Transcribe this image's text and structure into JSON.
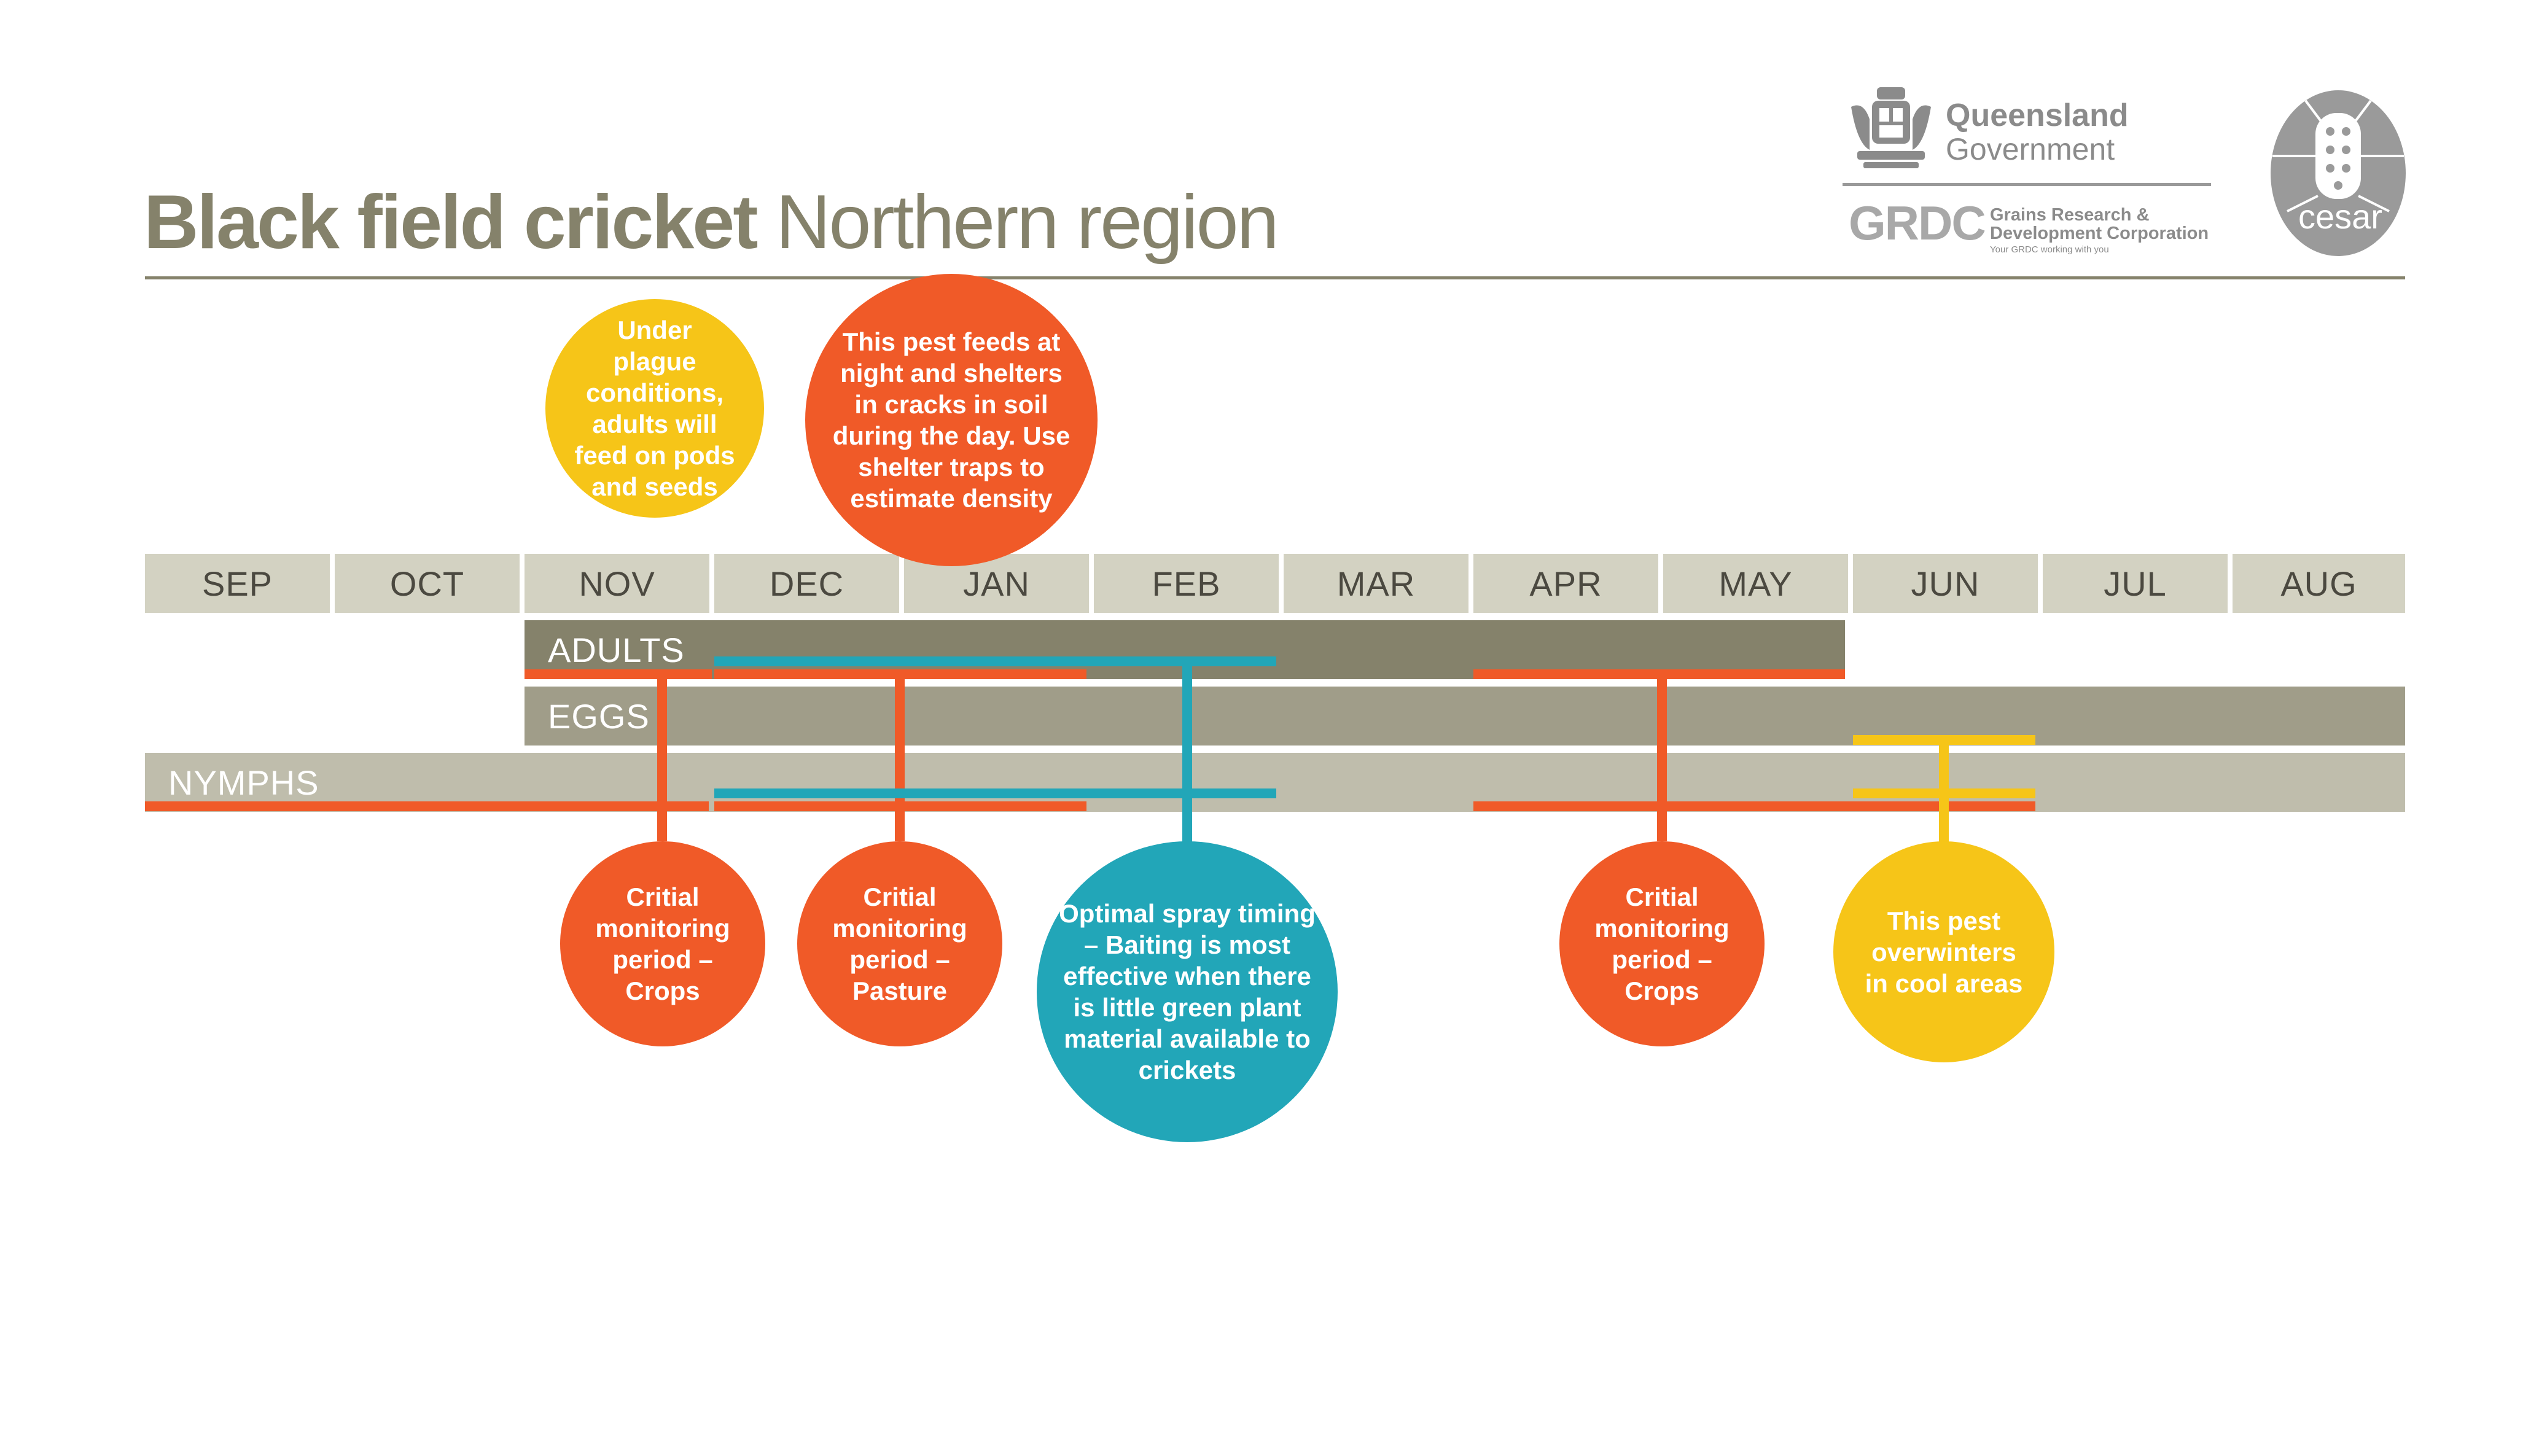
{
  "header": {
    "title_bold": "Black field cricket",
    "title_light": "Northern region"
  },
  "logos": {
    "qld_line1": "Queensland",
    "qld_line2": "Government",
    "grdc_acronym": "GRDC",
    "grdc_name_line1": "Grains Research &",
    "grdc_name_line2": "Development Corporation",
    "grdc_tagline": "Your GRDC working with you",
    "cesar": "cesar"
  },
  "months": [
    "SEP",
    "OCT",
    "NOV",
    "DEC",
    "JAN",
    "FEB",
    "MAR",
    "APR",
    "MAY",
    "JUN",
    "JUL",
    "AUG"
  ],
  "stages": {
    "adults": "ADULTS",
    "eggs": "EGGS",
    "nymphs": "NYMPHS"
  },
  "callouts": {
    "plague": "Under plague conditions, adults will feed on pods and seeds",
    "night": "This pest feeds at night and shelters in cracks in soil during the day. Use shelter traps to estimate density",
    "crops_early": "Critial monitoring period – Crops",
    "pasture": "Critial monitoring period – Pasture",
    "spray": "Optimal spray timing – Baiting is most effective when there is little green plant material available to crickets",
    "crops_late": "Critial monitoring period – Crops",
    "overwinter": "This pest overwinters in cool areas"
  },
  "colors": {
    "olive_text": "#85826b",
    "month_band": "#d3d2c2",
    "adults_bar": "#85826b",
    "eggs_bar": "#a09d89",
    "nymphs_bar": "#bfbdac",
    "orange": "#f05a28",
    "blue": "#22a6b8",
    "yellow": "#f6c518"
  }
}
